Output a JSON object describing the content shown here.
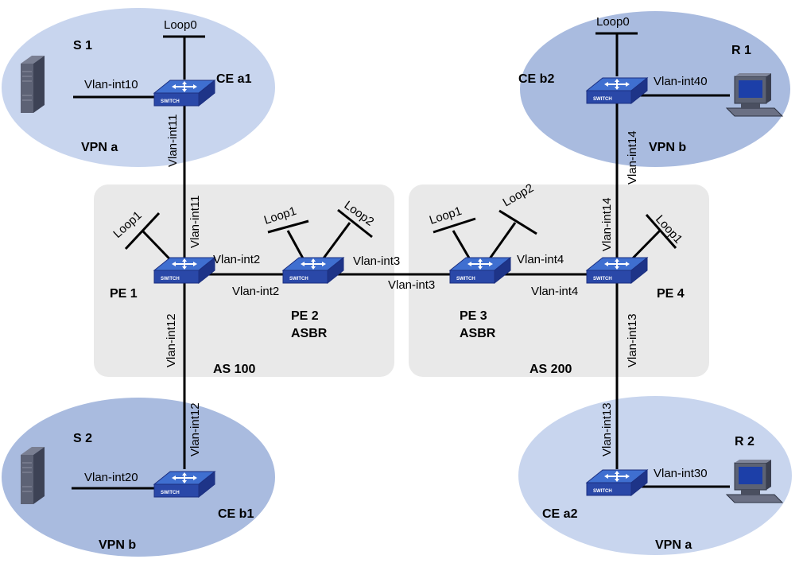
{
  "areas": {
    "as100": "AS 100",
    "as200": "AS 200"
  },
  "vpn_sites": {
    "top_left": "VPN a",
    "top_right": "VPN b",
    "bottom_left": "VPN b",
    "bottom_right": "VPN a"
  },
  "devices": {
    "cea1": "CE a1",
    "ceb2": "CE b2",
    "ceb1": "CE b1",
    "cea2": "CE a2",
    "pe1": "PE 1",
    "pe2": "PE 2",
    "pe2_role": "ASBR",
    "pe3": "PE 3",
    "pe3_role": "ASBR",
    "pe4": "PE 4",
    "s1": "S 1",
    "s2": "S 2",
    "r1": "R 1",
    "r2": "R 2",
    "switch_badge": "SWITCH"
  },
  "loopbacks": {
    "cea1": "Loop0",
    "ceb2": "Loop0",
    "pe1": "Loop1",
    "pe2_1": "Loop1",
    "pe2_2": "Loop2",
    "pe3_1": "Loop1",
    "pe3_2": "Loop2",
    "pe4": "Loop1"
  },
  "interfaces": {
    "s1_cea1": "Vlan-int10",
    "cea1_down": "Vlan-int11",
    "pe1_up": "Vlan-int11",
    "pe1_pe2_top": "Vlan-int2",
    "pe1_pe2_bottom": "Vlan-int2",
    "pe2_pe3_top": "Vlan-int3",
    "pe2_pe3_bottom": "Vlan-int3",
    "pe3_pe4_top": "Vlan-int4",
    "pe3_pe4_bottom": "Vlan-int4",
    "pe1_down": "Vlan-int12",
    "ceb1_up": "Vlan-int12",
    "s2_ceb1": "Vlan-int20",
    "ceb2_r1": "Vlan-int40",
    "ceb2_down": "Vlan-int14",
    "pe4_up": "Vlan-int14",
    "pe4_down": "Vlan-int13",
    "cea2_up": "Vlan-int13",
    "cea2_r2": "Vlan-int30"
  },
  "colors": {
    "vpn_light": "#c5d3ec",
    "vpn_dark": "#a6b9de",
    "as_area": "#e9e9e9",
    "switch_top": "#3a66c4",
    "switch_side": "#20389a"
  }
}
